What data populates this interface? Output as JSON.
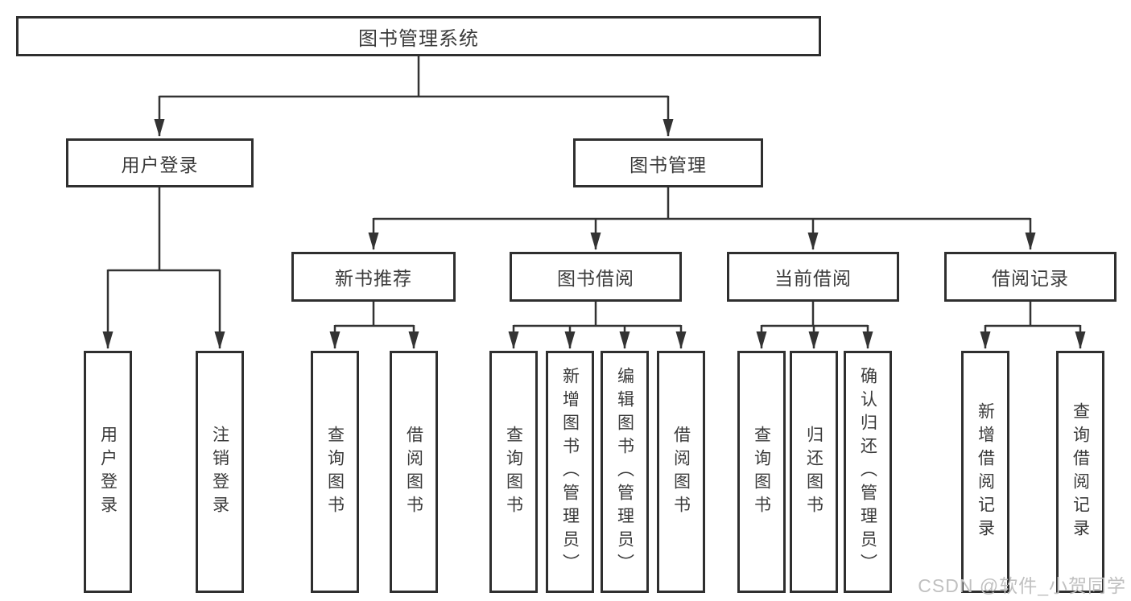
{
  "tree": {
    "root": "图书管理系统",
    "level2": [
      "用户登录",
      "图书管理"
    ],
    "level3": [
      "新书推荐",
      "图书借阅",
      "当前借阅",
      "借阅记录"
    ],
    "leaves": {
      "login": [
        "用户登录",
        "注销登录"
      ],
      "recommend": [
        "查询图书",
        "借阅图书"
      ],
      "borrow": [
        "查询图书",
        "新增图书（管理员）",
        "编辑图书（管理员）",
        "借阅图书"
      ],
      "current": [
        "查询图书",
        "归还图书",
        "确认归还（管理员）"
      ],
      "records": [
        "新增借阅记录",
        "查询借阅记录"
      ]
    }
  },
  "watermark": "CSDN @软件_小贺同学",
  "colors": {
    "line": "#333333",
    "box_border": "#2f2f2f",
    "text": "#3a3a3a",
    "watermark": "#c0c0c0",
    "background": "#ffffff"
  }
}
